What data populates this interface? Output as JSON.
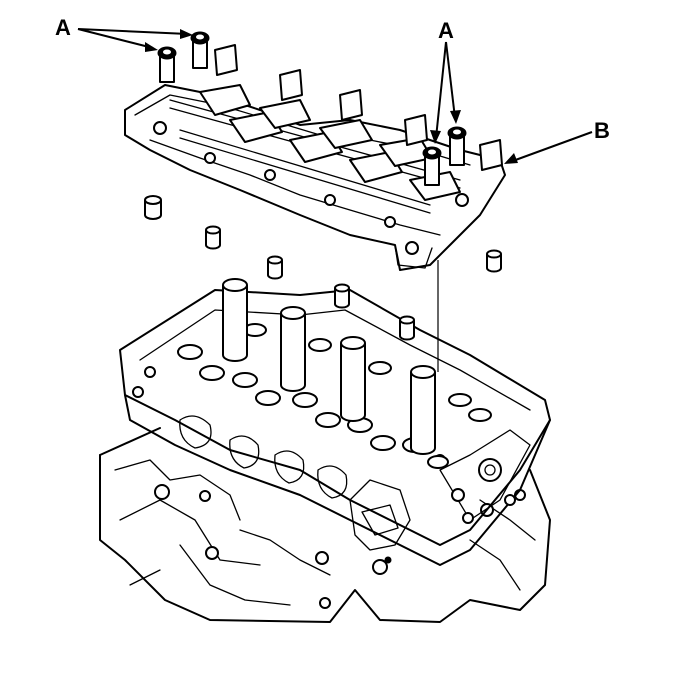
{
  "callouts": {
    "label_a_left": "A",
    "label_a_right": "A",
    "label_b": "B"
  },
  "colors": {
    "ink": "#000000",
    "paper": "#ffffff"
  }
}
